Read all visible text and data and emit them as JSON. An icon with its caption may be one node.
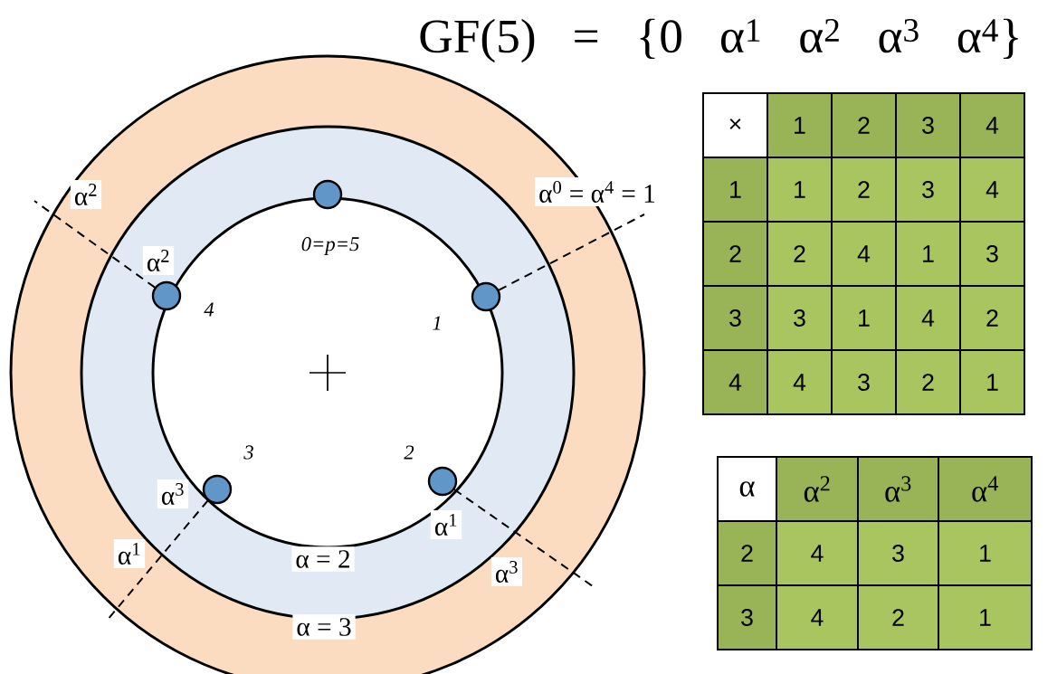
{
  "diagram": {
    "title": "GF(5) = {0 α$^{1}$ α$^{2}$ α$^{3}$ α$^{4}$}",
    "labels": [
      "×",
      "1",
      "2",
      "3",
      "4",
      "1",
      "1",
      "2",
      "3",
      "4",
      "2",
      "2",
      "4",
      "1",
      "3",
      "3",
      "3",
      "1",
      "4",
      "2",
      "4",
      "4",
      "3",
      "2",
      "1",
      "α$^{2}$",
      "α$^{0}$ = α$^{4}$ = 1",
      "0=p=5",
      "α$^{2}$",
      "4",
      "1",
      "3",
      "2",
      "α$^{3}$",
      "α$^{1}$",
      "α$^{1}$",
      "α = 2",
      "α$^{3}$",
      "α = 3",
      "α",
      "α$^{2}$",
      "α$^{3}$",
      "α$^{4}$",
      "2",
      "4",
      "3",
      "1",
      "3",
      "4",
      "2",
      "1"
    ]
  }
}
